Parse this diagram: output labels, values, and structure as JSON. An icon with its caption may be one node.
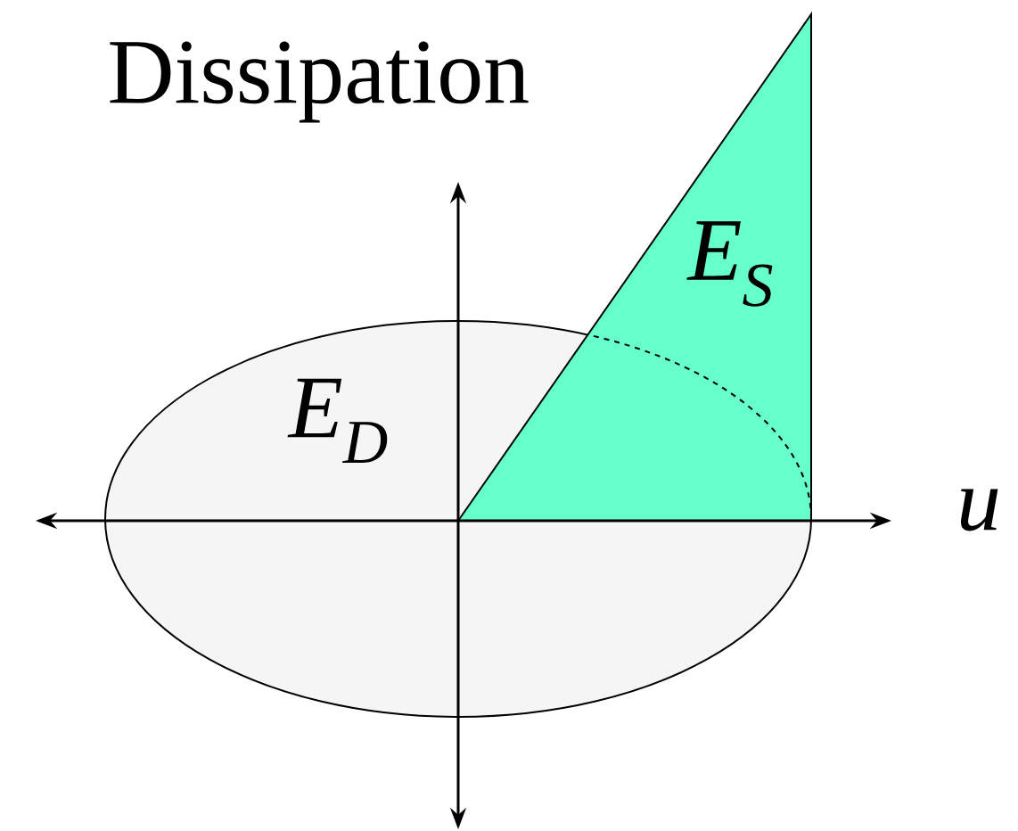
{
  "diagram": {
    "nodes": [
      {
        "text": [
          "E$_{D}$"
        ]
      },
      {
        "text": [
          "E$_{S}$"
        ]
      }
    ],
    "labels": [
      "Dissipation",
      "u"
    ]
  }
}
